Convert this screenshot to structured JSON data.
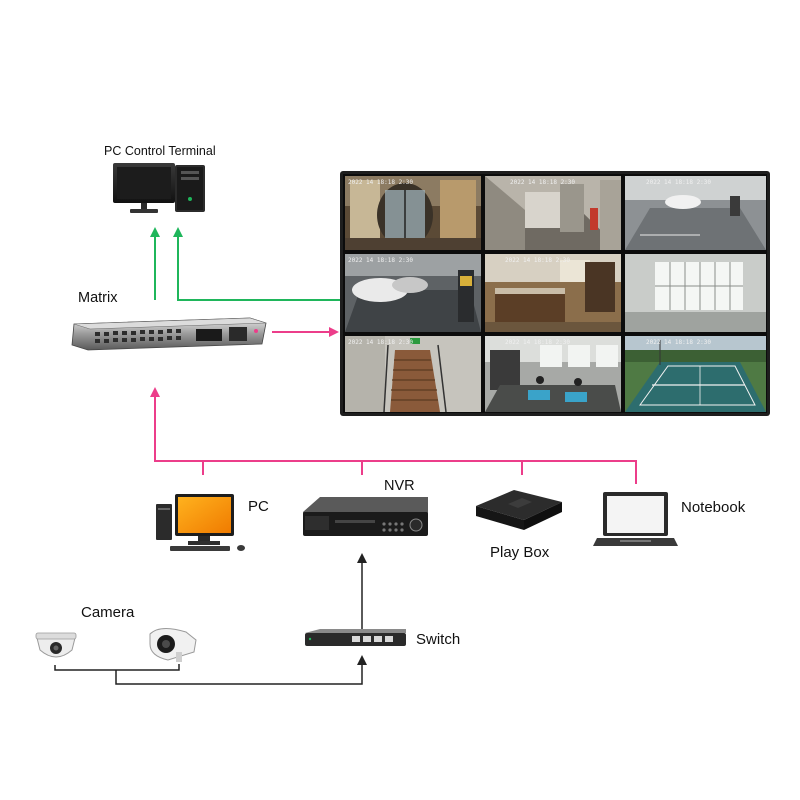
{
  "labels": {
    "pc_control": "PC Control Terminal",
    "matrix": "Matrix",
    "pc": "PC",
    "nvr": "NVR",
    "play_box": "Play Box",
    "notebook": "Notebook",
    "camera": "Camera",
    "switch": "Switch"
  },
  "video_wall": {
    "tiles": [
      {
        "scene": "lobby-revolving-door",
        "timestamp": "2022 14 18:18 2:30"
      },
      {
        "scene": "corridor-elevators",
        "timestamp": "2022 14 18:18 2:30"
      },
      {
        "scene": "parking-garage",
        "timestamp": "2022 14 18:18 2:30"
      },
      {
        "scene": "parking-kiosk",
        "timestamp": "2022 14 18:18 2:30"
      },
      {
        "scene": "kitchen",
        "timestamp": "2022 14 18:18 2:30"
      },
      {
        "scene": "empty-room-windows",
        "timestamp": ""
      },
      {
        "scene": "stairwell",
        "timestamp": "2022 14 18:18 2:30"
      },
      {
        "scene": "gym",
        "timestamp": "2022 14 18:18 2:30"
      },
      {
        "scene": "tennis-court",
        "timestamp": "2022 14 18:18 2:30"
      }
    ]
  },
  "colors": {
    "green_link": "#1fb65b",
    "pink_link": "#ec3d8a",
    "dark_link": "#222222"
  }
}
